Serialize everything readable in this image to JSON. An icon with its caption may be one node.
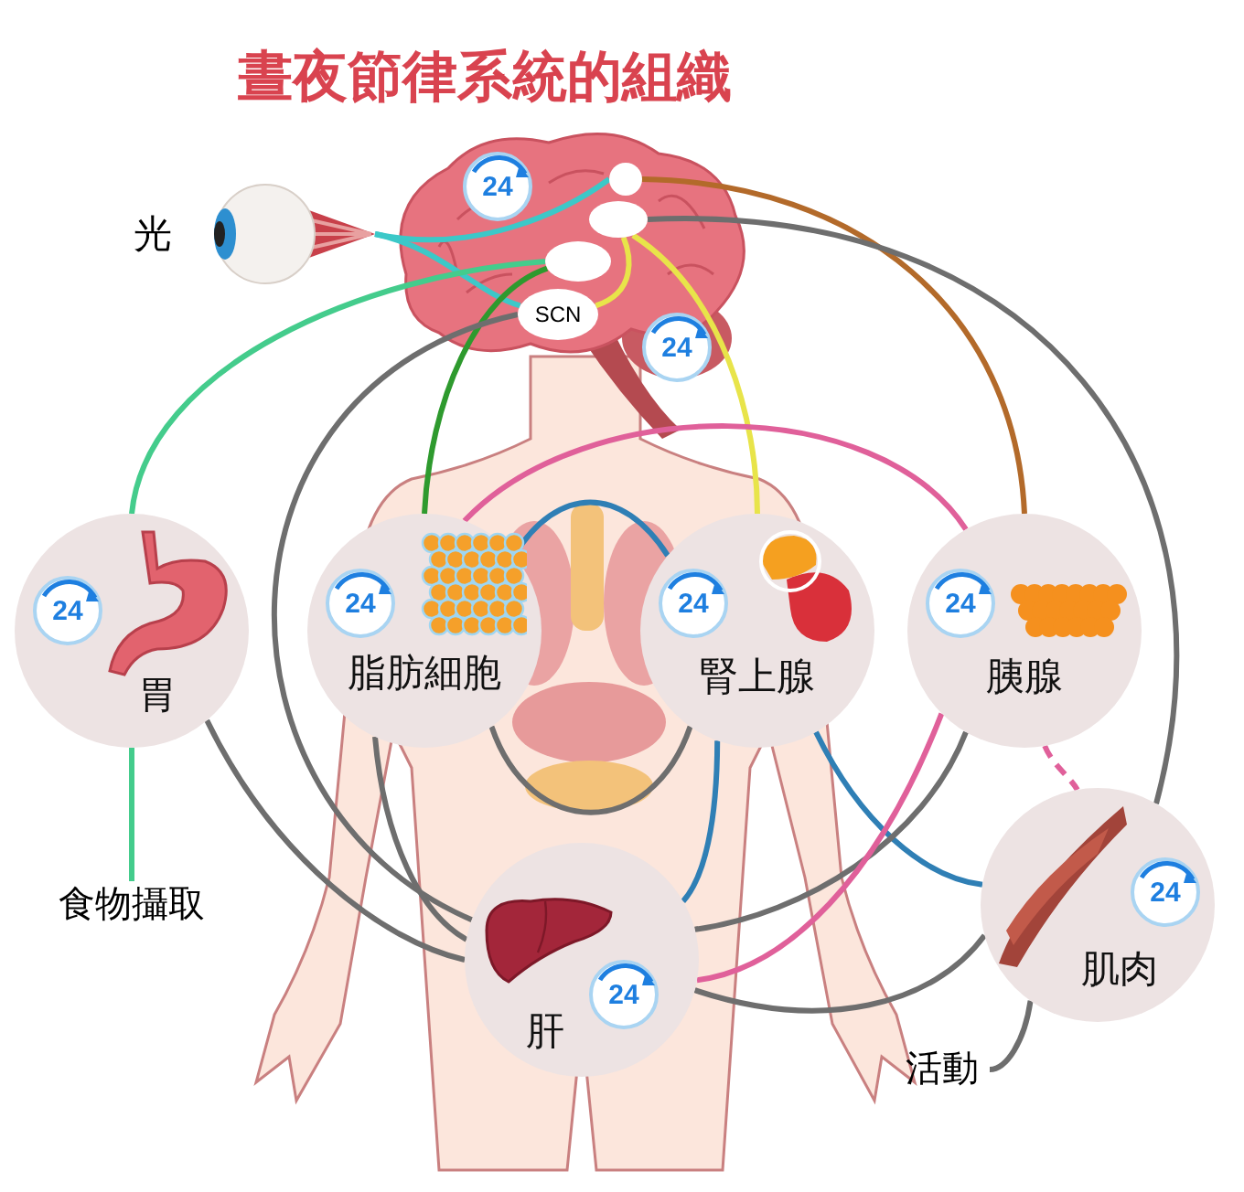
{
  "diagram": {
    "title": "晝夜節律系統的組織",
    "nodes": [
      {
        "text": [],
        "shape": "picture",
        "beside": [
          "光"
        ]
      },
      {
        "text": [
          "SCN"
        ]
      },
      {
        "text": [],
        "shape": "circle"
      },
      {
        "text": [],
        "shape": "circle"
      },
      {
        "text": [],
        "shape": "circle"
      },
      {
        "text": [
          "24",
          "胃"
        ]
      },
      {
        "text": [
          "24",
          "脂肪細胞"
        ]
      },
      {
        "text": [
          "24",
          "腎上腺"
        ]
      },
      {
        "text": [
          "24",
          "胰腺"
        ]
      },
      {
        "text": [
          "24",
          "肝"
        ]
      },
      {
        "text": [
          "24",
          "肌肉"
        ]
      },
      {
        "text": [
          "食物攝取"
        ]
      },
      {
        "text": [
          "活動"
        ]
      }
    ],
    "edges": [
      {
        "from": 0,
        "to": 2,
        "arrow": "none",
        "color": "#3cc8c8"
      },
      {
        "from": 0,
        "to": 1,
        "arrow": "none",
        "color": "#3cc8c8"
      },
      {
        "from": 1,
        "to": 3,
        "arrow": "none",
        "color": "#e8e44a"
      },
      {
        "from": 3,
        "to": 7,
        "arrow": "none",
        "color": "#e8e44a"
      },
      {
        "from": 2,
        "to": 8,
        "arrow": "none",
        "color": "#b36a2a"
      },
      {
        "from": 3,
        "to": 10,
        "arrow": "none"
      },
      {
        "from": 4,
        "to": 5,
        "arrow": "none",
        "color": "#44cc8c"
      },
      {
        "from": 4,
        "to": 6,
        "arrow": "none",
        "color": "#2e9a2e"
      },
      {
        "from": 1,
        "to": 9,
        "arrow": "none"
      },
      {
        "from": 6,
        "to": 8,
        "arrow": "none",
        "color": "#e0609a"
      },
      {
        "from": 6,
        "to": 7,
        "arrow": "none",
        "color": "#2f7fb5"
      },
      {
        "from": 6,
        "to": 9,
        "arrow": "none"
      },
      {
        "from": 6,
        "to": 7,
        "arrow": "none"
      },
      {
        "from": 5,
        "to": 9,
        "arrow": "none"
      },
      {
        "from": 7,
        "to": 9,
        "arrow": "none",
        "color": "#2f7fb5"
      },
      {
        "from": 7,
        "to": 10,
        "arrow": "none",
        "color": "#2f7fb5"
      },
      {
        "from": 8,
        "to": 9,
        "arrow": "none"
      },
      {
        "from": 8,
        "to": 9,
        "arrow": "none",
        "color": "#e0609a"
      },
      {
        "from": 8,
        "to": 10,
        "arrow": "none",
        "style": "dashed",
        "color": "#e0609a"
      },
      {
        "from": 9,
        "to": 10,
        "arrow": "none"
      },
      {
        "from": 10,
        "to": 12,
        "arrow": "none"
      },
      {
        "from": 5,
        "to": 11,
        "arrow": "none",
        "color": "#44cc8c"
      }
    ],
    "labels": [
      "24",
      "24"
    ]
  }
}
